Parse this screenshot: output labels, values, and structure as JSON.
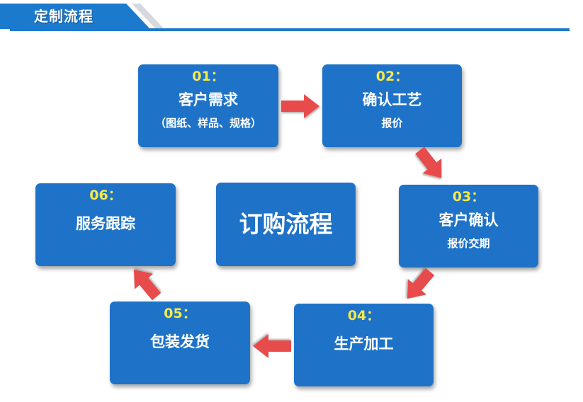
{
  "header": {
    "title": "定制流程"
  },
  "center": {
    "title": "订购流程"
  },
  "steps": [
    {
      "num": "01：",
      "title": "客户需求",
      "sub": "（图纸、样品、规格）"
    },
    {
      "num": "02：",
      "title": "确认工艺",
      "sub": "报价"
    },
    {
      "num": "03：",
      "title": "客户确认",
      "sub": "报价交期"
    },
    {
      "num": "04：",
      "title": "生产加工",
      "sub": ""
    },
    {
      "num": "05：",
      "title": "包装发货",
      "sub": ""
    },
    {
      "num": "06：",
      "title": "服务跟踪",
      "sub": ""
    }
  ],
  "colors": {
    "box": "#1e73c8",
    "number": "#f5e94b",
    "arrow": "#e84b4b",
    "header": "#1b7acd"
  }
}
